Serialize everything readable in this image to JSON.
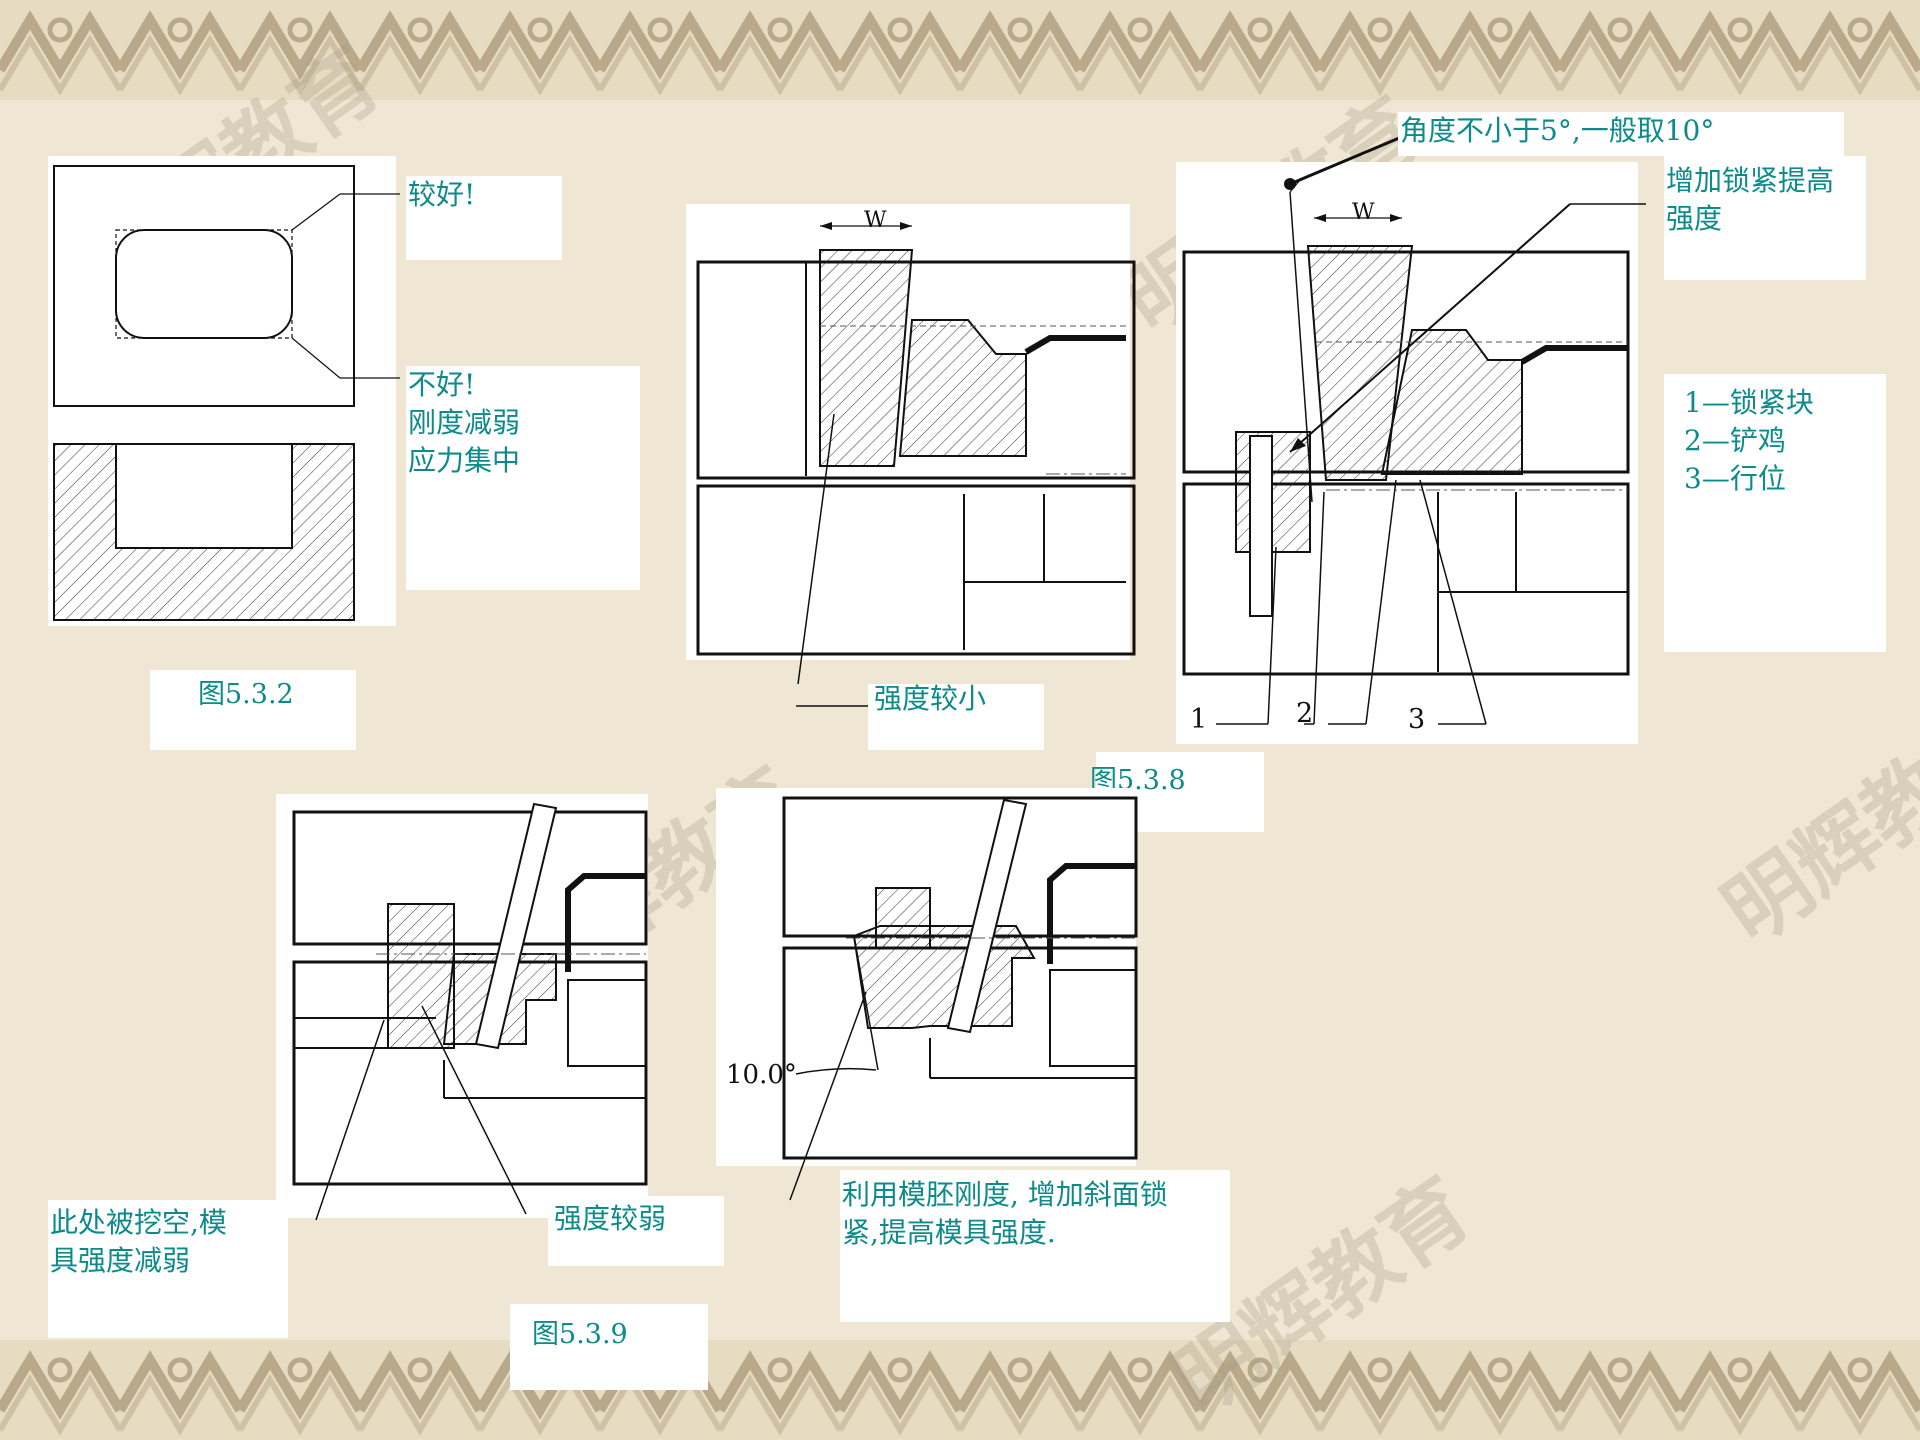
{
  "colors": {
    "text": "#0c8b8a",
    "line": "#111111",
    "background": "#efe7d3",
    "panel": "#ffffff"
  },
  "figures": {
    "fig532": {
      "caption": "图5.3.2",
      "label_good": "较好!",
      "label_bad": "不好!\n刚度减弱\n应力集中"
    },
    "fig538": {
      "caption": "图5.3.8",
      "label_weak": "强度较小",
      "label_angle": "角度不小于5°,一般取10°",
      "label_strength": "增加锁紧提高\n强度",
      "legend": "1—锁紧块\n2—铲鸡\n3—行位",
      "dim_w_left": "W",
      "dim_w_right": "W",
      "callouts": [
        "1",
        "2",
        "3"
      ]
    },
    "fig539": {
      "caption": "图5.3.9",
      "label_hollow": "此处被挖空,模\n具强度减弱",
      "label_weaker": "强度较弱",
      "label_use_blank": "利用模胚刚度, 增加斜面锁\n紧,提高模具强度.",
      "angle_value": "10.0°"
    }
  },
  "watermark": "明辉教育"
}
